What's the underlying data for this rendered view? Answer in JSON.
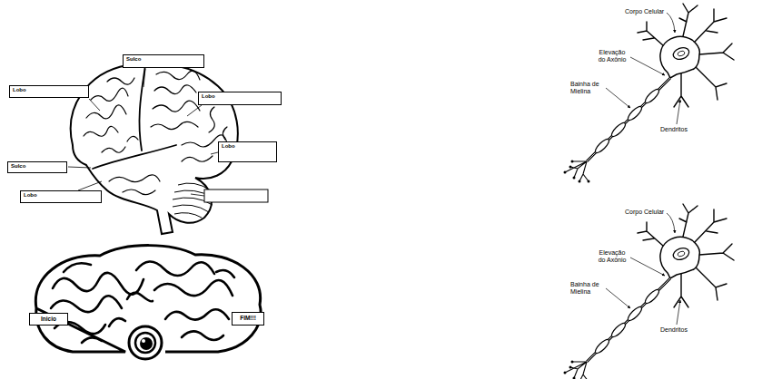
{
  "diagram": {
    "nodes": [
      {
        "text": [
          "Sulco"
        ]
      },
      {
        "text": [
          "Lobo"
        ]
      },
      {
        "text": [
          "Lobo"
        ]
      },
      {
        "text": [
          "Lobo"
        ]
      },
      {
        "text": [
          "Sulco"
        ]
      },
      {
        "text": [
          "Lobo"
        ]
      },
      {
        "text": [
          "Inicio"
        ]
      },
      {
        "text": [
          "FIM!!!"
        ]
      }
    ],
    "labels": [
      "Corpo Celular",
      "Elevação do Axônio",
      "Bainha de Mielina",
      "Dendritos",
      "Corpo Celular",
      "Elevação do Axônio",
      "Bainha de Mielina",
      "Dendritos"
    ]
  }
}
